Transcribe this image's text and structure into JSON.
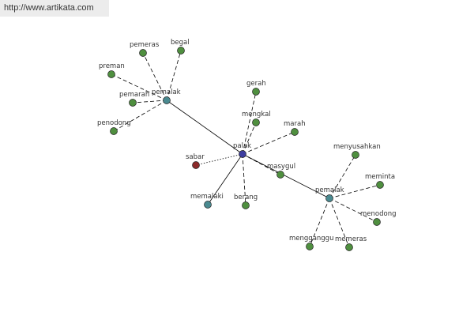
{
  "header": {
    "url": "http://www.artikata.com"
  },
  "colors": {
    "leaf": "#4f8f3f",
    "hub": "#4a8a90",
    "center": "#3d3da0",
    "antonym": "#8b2a2a",
    "edge": "#000000"
  },
  "graph": {
    "nodes": [
      {
        "id": "palak",
        "label": "palak",
        "kind": "center"
      },
      {
        "id": "pemalak1",
        "label": "pemalak",
        "kind": "hub"
      },
      {
        "id": "pemalak2",
        "label": "pemalak",
        "kind": "hub"
      },
      {
        "id": "memalaki",
        "label": "memalaki",
        "kind": "hub"
      },
      {
        "id": "sabar",
        "label": "sabar",
        "kind": "antonym"
      },
      {
        "id": "pemeras",
        "label": "pemeras",
        "kind": "leaf"
      },
      {
        "id": "begal",
        "label": "begal",
        "kind": "leaf"
      },
      {
        "id": "preman",
        "label": "preman",
        "kind": "leaf"
      },
      {
        "id": "pemarah",
        "label": "pemarah",
        "kind": "leaf"
      },
      {
        "id": "penodong1",
        "label": "penodong",
        "kind": "leaf"
      },
      {
        "id": "gerah",
        "label": "gerah",
        "kind": "leaf"
      },
      {
        "id": "mengkal",
        "label": "mengkal",
        "kind": "leaf"
      },
      {
        "id": "marah",
        "label": "marah",
        "kind": "leaf"
      },
      {
        "id": "masygul",
        "label": "masygul",
        "kind": "leaf"
      },
      {
        "id": "berang",
        "label": "berang",
        "kind": "leaf"
      },
      {
        "id": "menyusahkan",
        "label": "menyusahkan",
        "kind": "leaf"
      },
      {
        "id": "meminta",
        "label": "meminta",
        "kind": "leaf"
      },
      {
        "id": "menodong",
        "label": "menodong",
        "kind": "leaf"
      },
      {
        "id": "mengganggu",
        "label": "mengganggu",
        "kind": "leaf"
      },
      {
        "id": "memeras",
        "label": "memeras",
        "kind": "leaf"
      }
    ],
    "edges": [
      {
        "from": "palak",
        "to": "pemalak1",
        "style": "solid"
      },
      {
        "from": "palak",
        "to": "pemalak2",
        "style": "solid"
      },
      {
        "from": "palak",
        "to": "memalaki",
        "style": "solid"
      },
      {
        "from": "palak",
        "to": "sabar",
        "style": "dotted"
      },
      {
        "from": "palak",
        "to": "gerah",
        "style": "dashed"
      },
      {
        "from": "palak",
        "to": "mengkal",
        "style": "dashed"
      },
      {
        "from": "palak",
        "to": "marah",
        "style": "dashed"
      },
      {
        "from": "palak",
        "to": "masygul",
        "style": "dashed"
      },
      {
        "from": "palak",
        "to": "berang",
        "style": "dashed"
      },
      {
        "from": "pemalak1",
        "to": "pemeras",
        "style": "dashed"
      },
      {
        "from": "pemalak1",
        "to": "begal",
        "style": "dashed"
      },
      {
        "from": "pemalak1",
        "to": "preman",
        "style": "dashed"
      },
      {
        "from": "pemalak1",
        "to": "pemarah",
        "style": "dashed"
      },
      {
        "from": "pemalak1",
        "to": "penodong1",
        "style": "dashed"
      },
      {
        "from": "pemalak2",
        "to": "menyusahkan",
        "style": "dashed"
      },
      {
        "from": "pemalak2",
        "to": "meminta",
        "style": "dashed"
      },
      {
        "from": "pemalak2",
        "to": "menodong",
        "style": "dashed"
      },
      {
        "from": "pemalak2",
        "to": "mengganggu",
        "style": "dashed"
      },
      {
        "from": "pemalak2",
        "to": "memeras",
        "style": "dashed"
      }
    ]
  }
}
